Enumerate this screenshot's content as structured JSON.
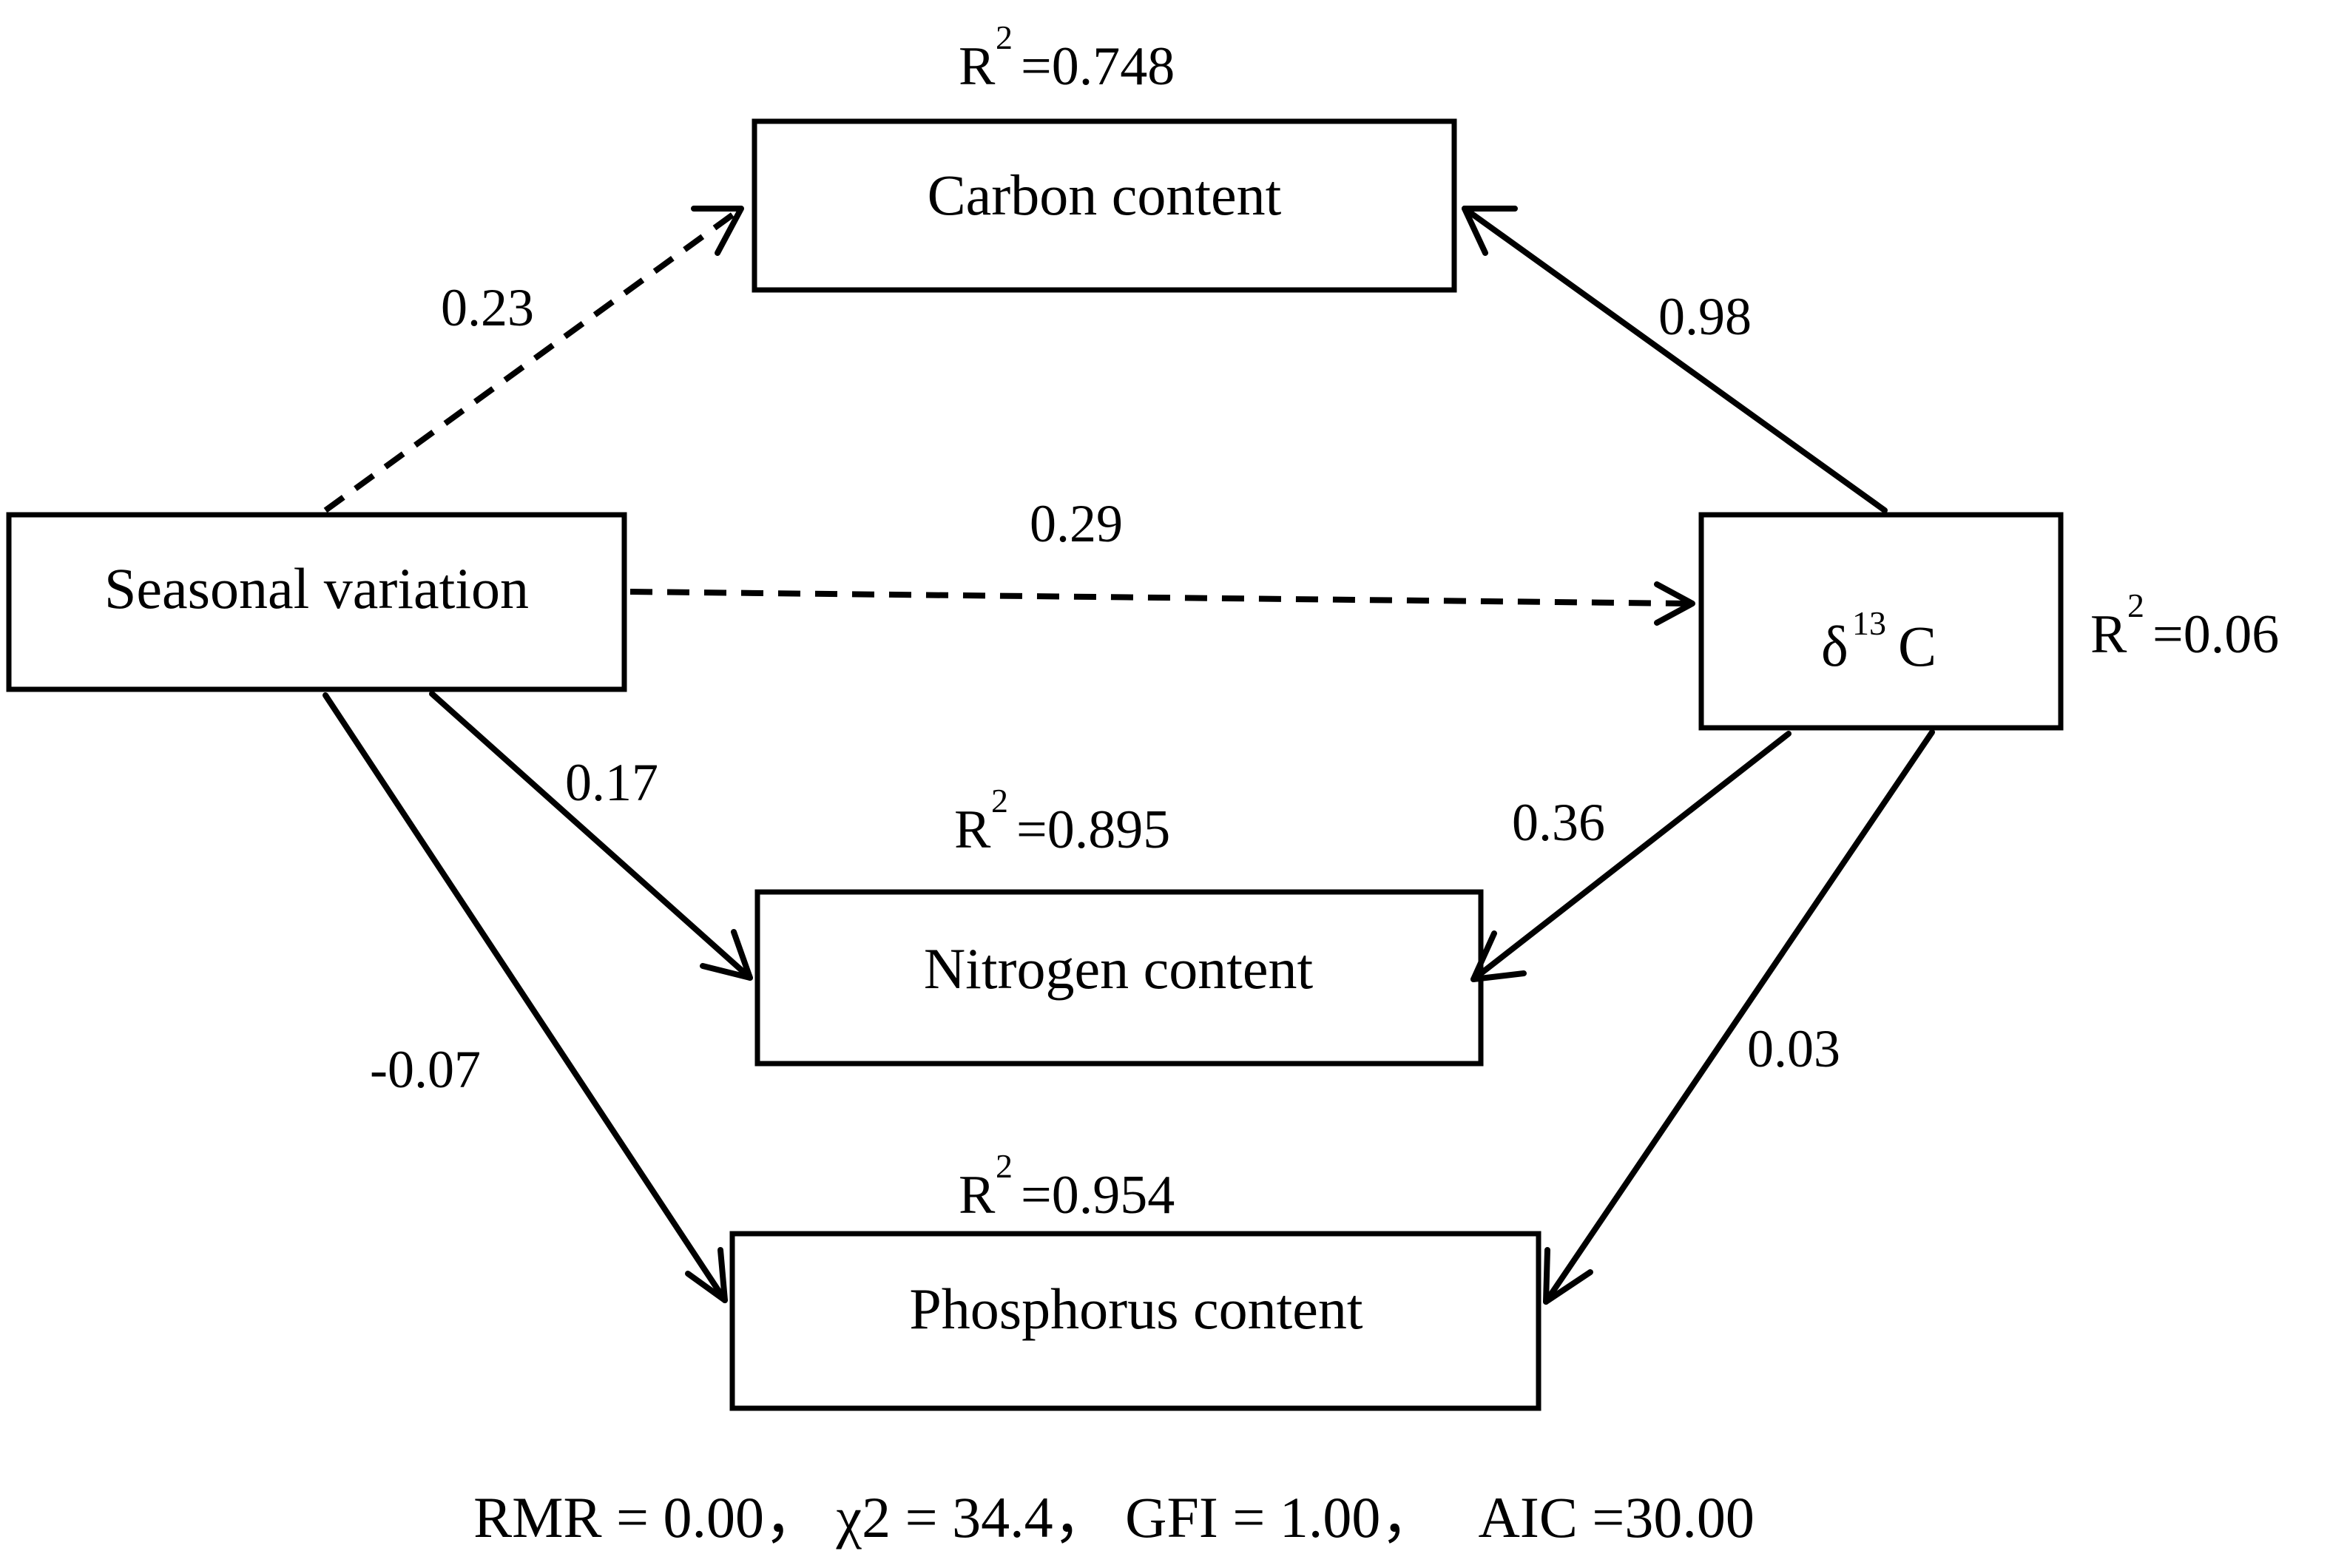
{
  "nodes": {
    "carbon": "Carbon content",
    "seasonal": "Seasonal variation",
    "delta_base": "δ",
    "delta_sup": "13",
    "delta_tail": "C",
    "nitrogen": "Nitrogen content",
    "phosphorus": "Phosphorus content"
  },
  "r_squared": {
    "prefix": "R",
    "sup": "2",
    "carbon": "=0.748",
    "nitrogen": "=0.895",
    "phosphorus": "=0.954",
    "delta": "=0.06"
  },
  "paths": {
    "seasonal_carbon": "0.23",
    "seasonal_delta": "0.29",
    "seasonal_nitrogen": "0.17",
    "seasonal_phosphorus": "-0.07",
    "delta_carbon": "0.98",
    "delta_nitrogen": "0.36",
    "delta_phosphorus": "0.03"
  },
  "path_styles": {
    "seasonal_carbon": "dashed",
    "seasonal_delta": "dashed",
    "seasonal_nitrogen": "solid",
    "seasonal_phosphorus": "solid",
    "delta_carbon": "solid",
    "delta_nitrogen": "solid",
    "delta_phosphorus": "solid"
  },
  "fit_stats": "RMR = 0.00， χ2 = 34.4， GFI = 1.00，   AIC =30.00"
}
